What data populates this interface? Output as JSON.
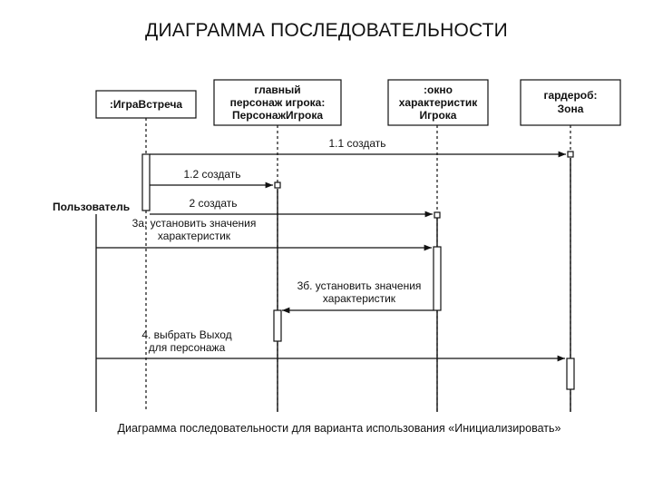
{
  "title": "ДИАГРАММА ПОСЛЕДОВАТЕЛЬНОСТИ",
  "actor": "Пользователь",
  "objects": [
    {
      "id": "game",
      "lines": [
        ":ИграВстреча"
      ]
    },
    {
      "id": "player",
      "lines": [
        "главный",
        "персонаж игрока:",
        "ПерсонажИгрока"
      ]
    },
    {
      "id": "window",
      "lines": [
        ":окно",
        "характеристик",
        "Игрока"
      ]
    },
    {
      "id": "wardrobe",
      "lines": [
        "гардероб:",
        "Зона"
      ]
    }
  ],
  "messages": [
    {
      "id": "m11",
      "lines": [
        "1.1 создать"
      ]
    },
    {
      "id": "m12",
      "lines": [
        "1.2 создать"
      ]
    },
    {
      "id": "m2",
      "lines": [
        "2 создать"
      ]
    },
    {
      "id": "m3a",
      "lines": [
        "3а. установить значения",
        "характеристик"
      ]
    },
    {
      "id": "m3b",
      "lines": [
        "3б. установить значения",
        "характеристик"
      ]
    },
    {
      "id": "m4",
      "lines": [
        "4. выбрать Выход",
        "для персонажа"
      ]
    }
  ],
  "caption": "Диаграмма последовательности для варианта использования «Инициализировать»"
}
